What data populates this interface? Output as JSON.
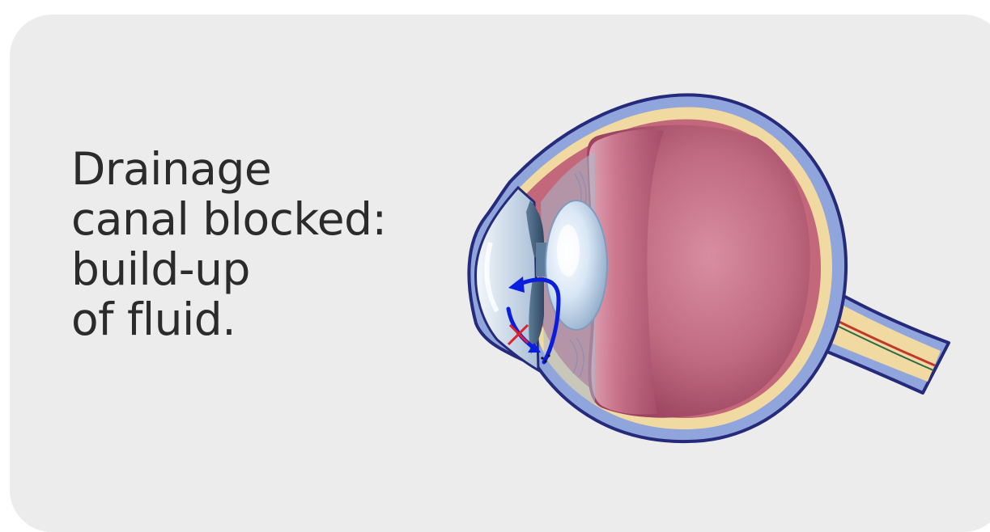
{
  "caption": {
    "lines": [
      "Drainage",
      "canal blocked:",
      "build-up",
      "of fluid."
    ]
  },
  "illustration": {
    "subject": "eye-cross-section",
    "fluid_flow_color": "#0a1ee0",
    "blockage_marker_color": "#e0202a",
    "sclera_color": "#8fa5dc",
    "outline_color": "#252a7a",
    "vitreous_color": "#b4566f",
    "lens_color": "#d6e4f3"
  }
}
